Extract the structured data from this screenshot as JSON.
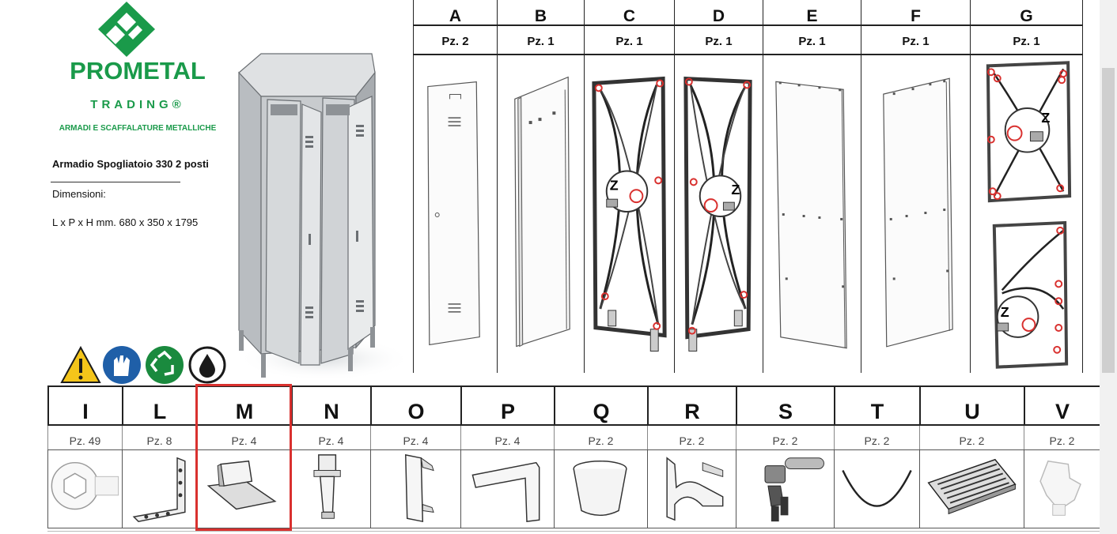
{
  "brand": {
    "name": "PROMETAL",
    "sub": "TRADING®",
    "tagline": "ARMADI E SCAFFALATURE METALLICHE",
    "color": "#1a9a4a"
  },
  "product": {
    "name": "Armadio Spogliatoio 330 2 posti",
    "dimensions_label": "Dimensioni:",
    "dimensions_value": "L x P x H mm.  680 x 350 x 1795"
  },
  "safety_icons": [
    "warning-icon",
    "gloves-icon",
    "recycle-icon",
    "oil-drop-icon"
  ],
  "top_parts": [
    {
      "letter": "A",
      "qty": "Pz. 2",
      "art": "door-panel"
    },
    {
      "letter": "B",
      "qty": "Pz. 1",
      "art": "side-panel"
    },
    {
      "letter": "C",
      "qty": "Pz. 1",
      "art": "frame-left"
    },
    {
      "letter": "D",
      "qty": "Pz. 1",
      "art": "frame-right"
    },
    {
      "letter": "E",
      "qty": "Pz. 1",
      "art": "back-panel"
    },
    {
      "letter": "F",
      "qty": "Pz. 1",
      "art": "back-panel"
    },
    {
      "letter": "G",
      "qty": "Pz. 1",
      "art": "frame-double"
    }
  ],
  "callout_label": "Z",
  "bottom_parts": [
    {
      "letter": "I",
      "qty": "Pz. 49",
      "art": "bolt"
    },
    {
      "letter": "L",
      "qty": "Pz. 8",
      "art": "l-bracket"
    },
    {
      "letter": "M",
      "qty": "Pz. 4",
      "art": "foot-block"
    },
    {
      "letter": "N",
      "qty": "Pz. 4",
      "art": "leveler"
    },
    {
      "letter": "O",
      "qty": "Pz. 4",
      "art": "clip"
    },
    {
      "letter": "P",
      "qty": "Pz. 4",
      "art": "angle-profile"
    },
    {
      "letter": "Q",
      "qty": "Pz. 2",
      "art": "cup"
    },
    {
      "letter": "R",
      "qty": "Pz. 2",
      "art": "u-bracket"
    },
    {
      "letter": "S",
      "qty": "Pz. 2",
      "art": "lock-keys"
    },
    {
      "letter": "T",
      "qty": "Pz. 2",
      "art": "arc-rod"
    },
    {
      "letter": "U",
      "qty": "Pz. 2",
      "art": "vent-grid"
    },
    {
      "letter": "V",
      "qty": "Pz. 2",
      "art": "plug"
    }
  ],
  "highlighted_part": "M",
  "highlight_color": "#d9312f"
}
